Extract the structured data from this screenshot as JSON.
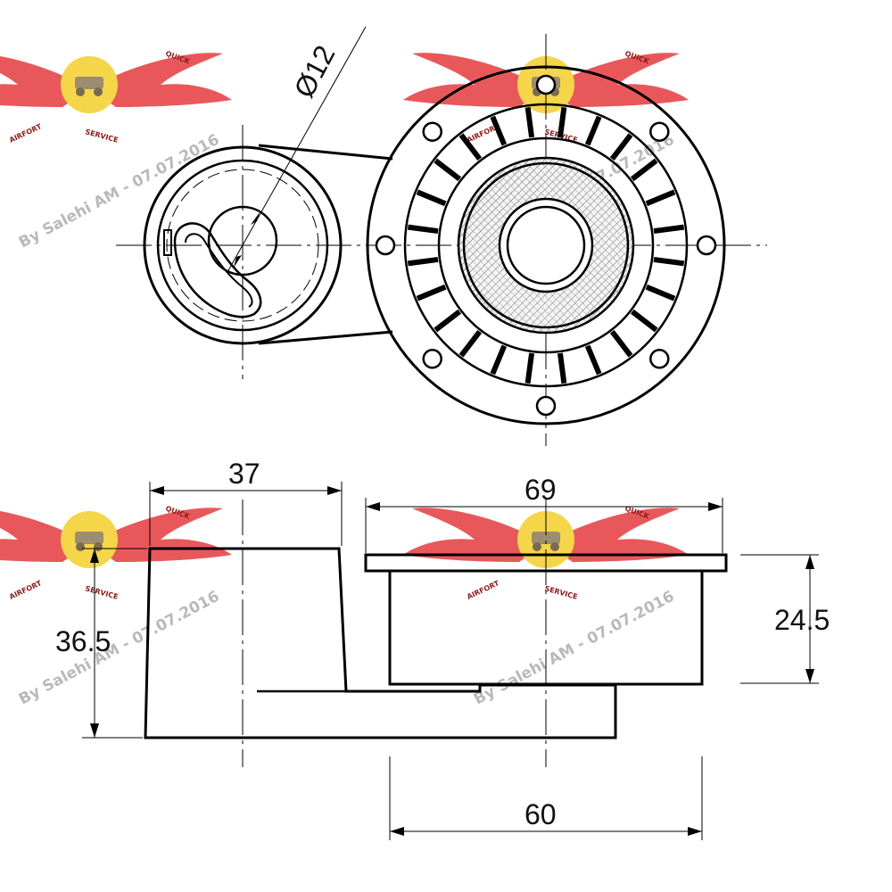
{
  "dimensions": {
    "bore_diameter": "Ø12",
    "top_width": "37",
    "pulley_width": "69",
    "total_height": "36.5",
    "pulley_height": "24.5",
    "bottom_width": "60"
  },
  "watermark": {
    "author_line": "By Salehi AM - 07.07.2016",
    "wing_left": "AIRFORT",
    "wing_right": "QUICK",
    "wing_bottom": "SERVICE"
  },
  "colors": {
    "line": "#000000",
    "watermark_wing": "#e8585b",
    "watermark_badge": "#f5d54a",
    "watermark_text": "#b9b9b9",
    "hatch": "#555555"
  }
}
